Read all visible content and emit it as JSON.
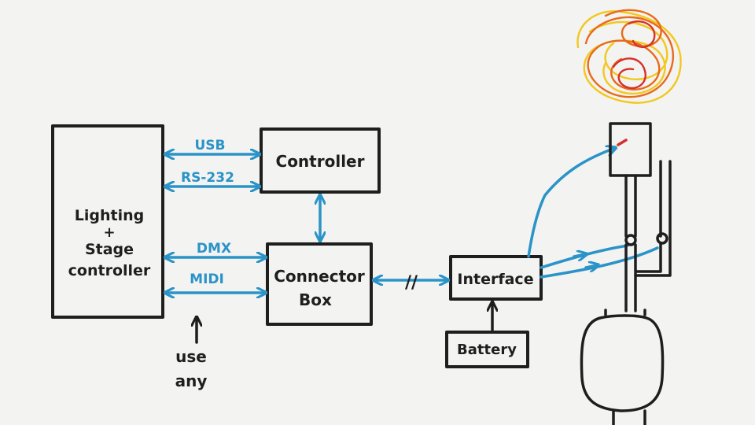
{
  "boxes": {
    "lighting": [
      "Lighting",
      "+",
      "Stage",
      "controller"
    ],
    "controller": "Controller",
    "connector": [
      "Connector",
      "Box"
    ],
    "interface": "Interface",
    "battery": "Battery"
  },
  "links": {
    "usb": "USB",
    "rs232": "RS-232",
    "dmx": "DMX",
    "midi": "MIDI",
    "break_mark": "//"
  },
  "note": [
    "use",
    "any"
  ],
  "colors": {
    "ink": "#1e1e1e",
    "wire": "#2a93c8",
    "flame_orange": "#e86a1c",
    "flame_yellow": "#f2c81e",
    "flame_red": "#d4312a",
    "paper": "#f3f3f1"
  }
}
